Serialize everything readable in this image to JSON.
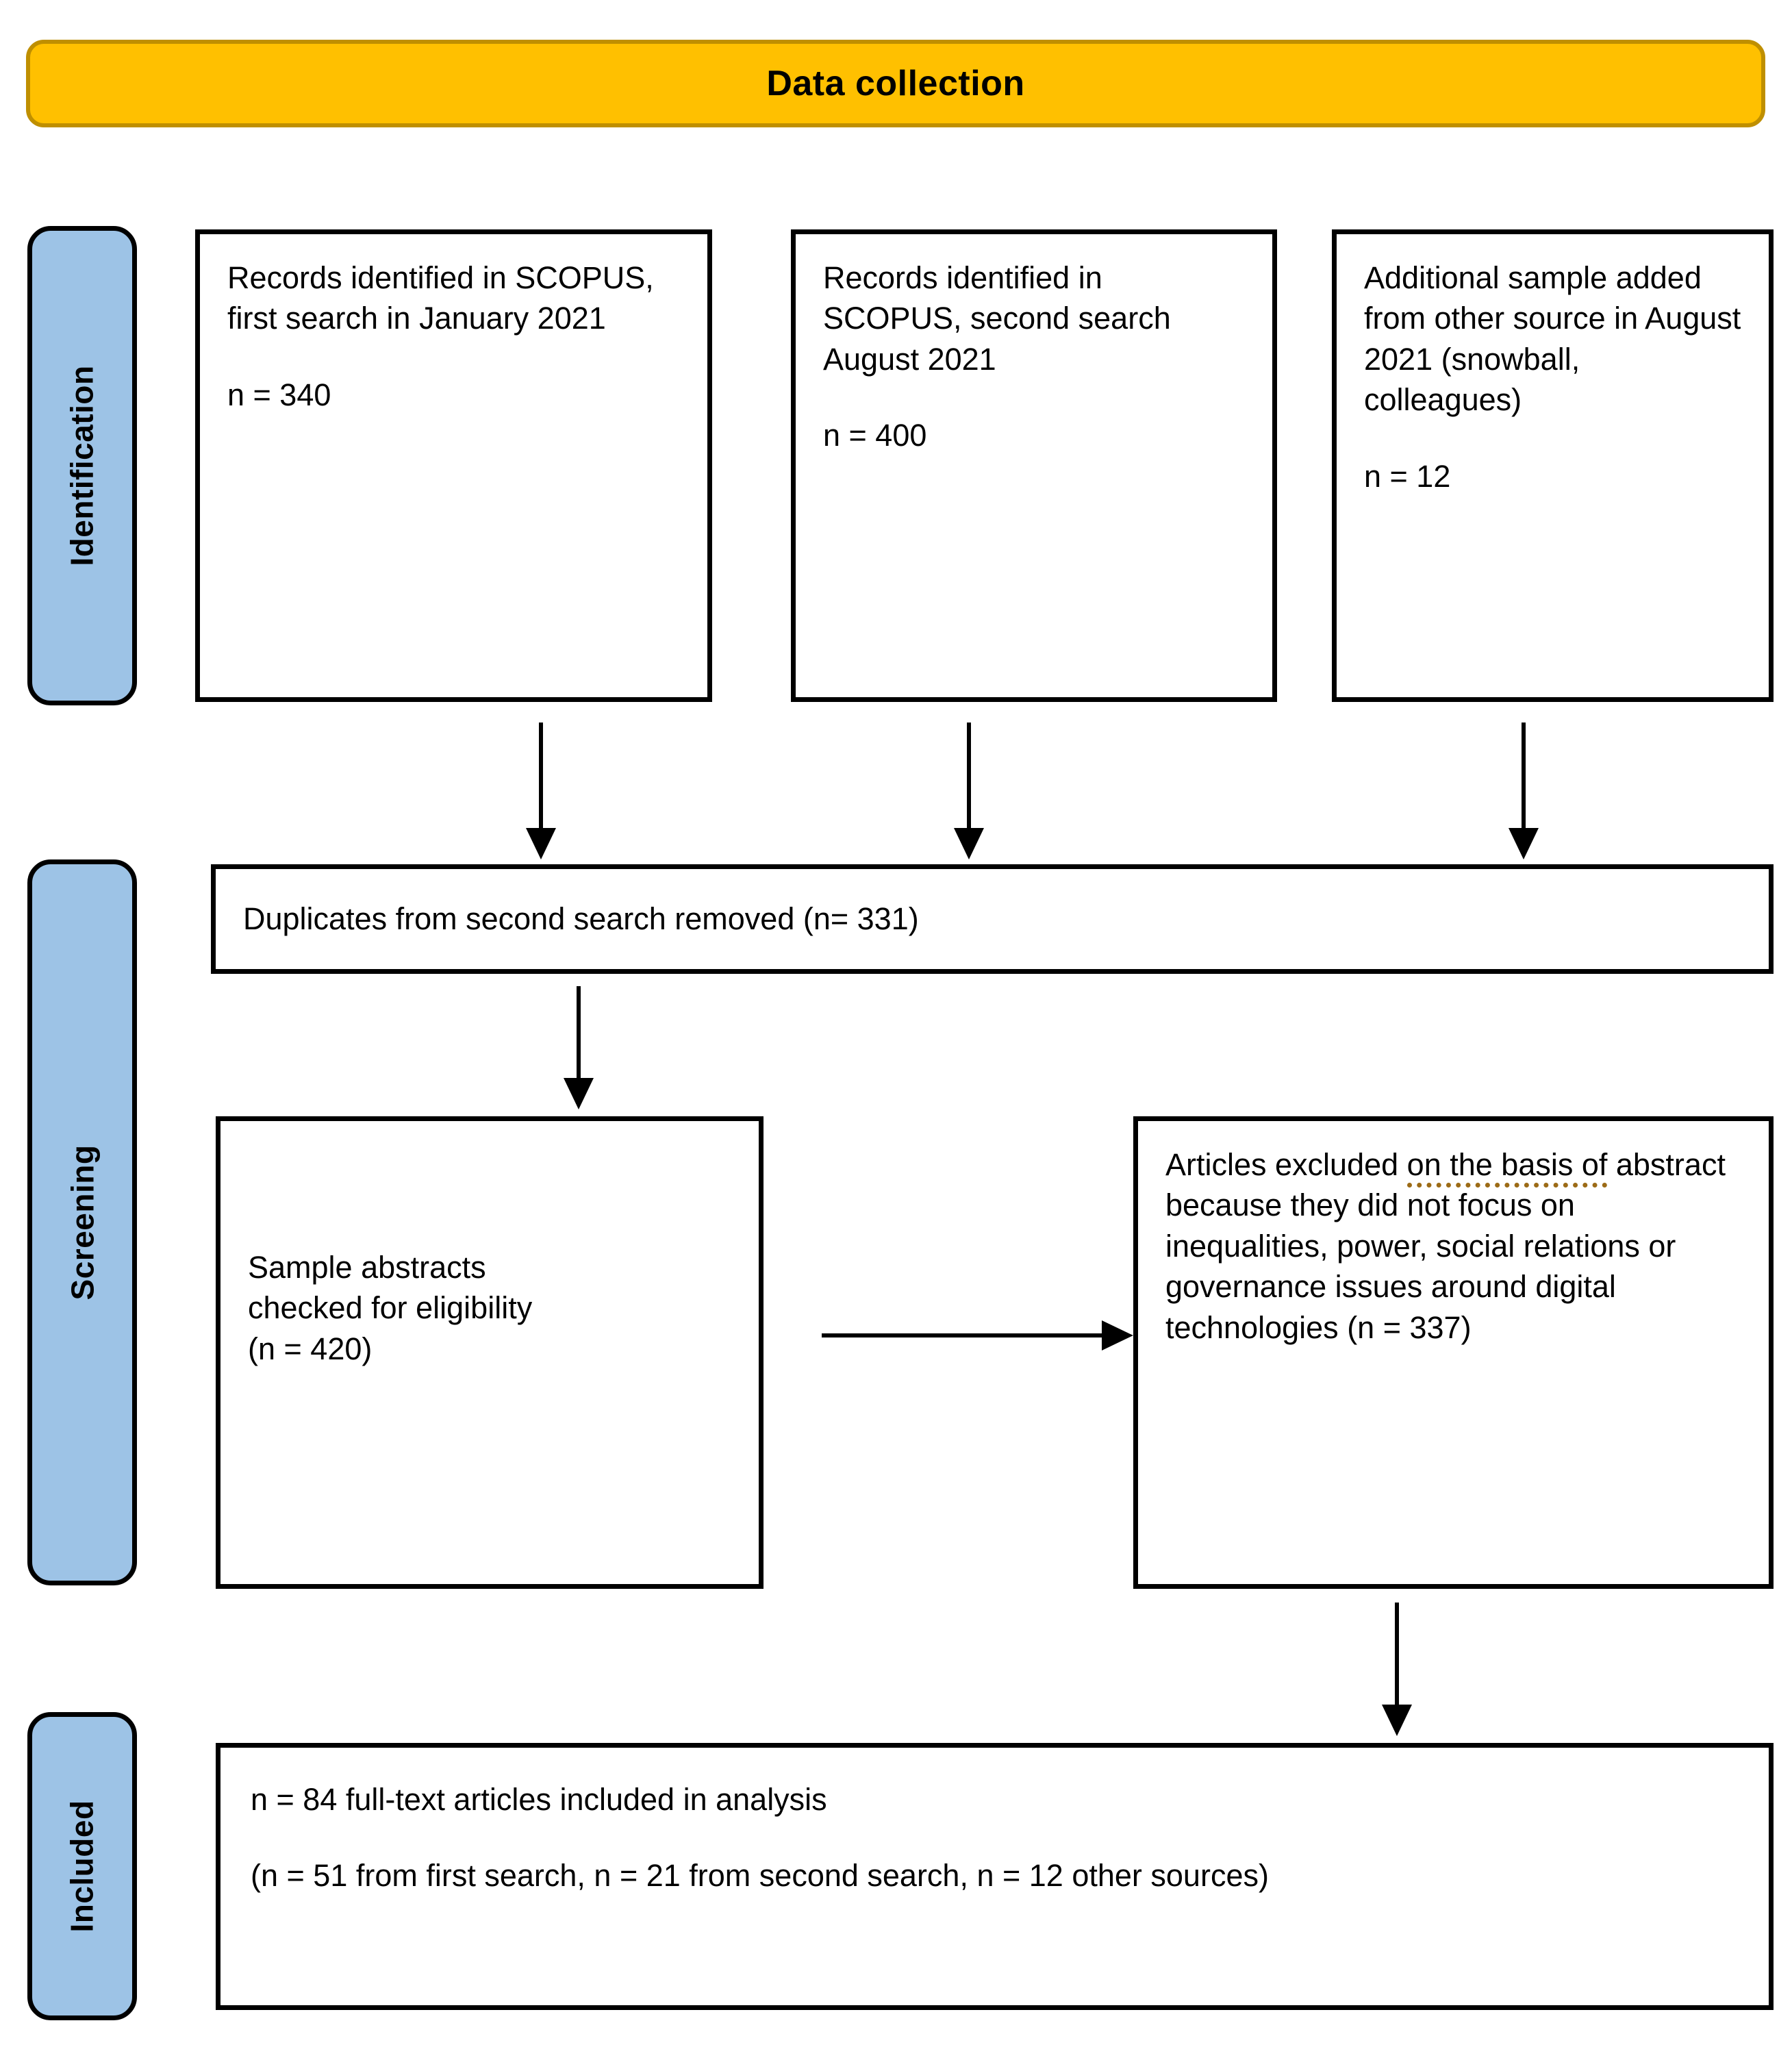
{
  "header": {
    "title": "Data collection",
    "fill_color": "#FFC000",
    "border_color": "#BF8F00"
  },
  "stages": {
    "fill_color": "#9DC3E6",
    "border_color": "#000000",
    "identification": "Identification",
    "screening": "Screening",
    "included": "Included"
  },
  "identification": {
    "box1": {
      "text": "Records identified in SCOPUS, first search in January 2021",
      "count": "n = 340"
    },
    "box2": {
      "text": "Records identified in SCOPUS, second search August 2021",
      "count": "n = 400"
    },
    "box3": {
      "text": "Additional sample added from other source in August 2021 (snowball, colleagues)",
      "count": "n = 12"
    }
  },
  "screening": {
    "duplicates": "Duplicates from second search removed (n= 331)",
    "sample_abstracts": {
      "line1": "Sample abstracts",
      "line2": "checked for eligibility",
      "line3": "(n = 420)"
    },
    "excluded": {
      "prefix": "Articles excluded ",
      "flagged": "on the basis of",
      "suffix": " abstract because they did not focus on inequalities, power, social relations or governance issues around digital technologies (n = 337)",
      "flag_color": "#9C6B16"
    }
  },
  "included": {
    "line1": "n = 84 full-text articles included in analysis",
    "line2": "(n = 51 from first search, n = 21 from second search, n = 12 other sources)"
  }
}
